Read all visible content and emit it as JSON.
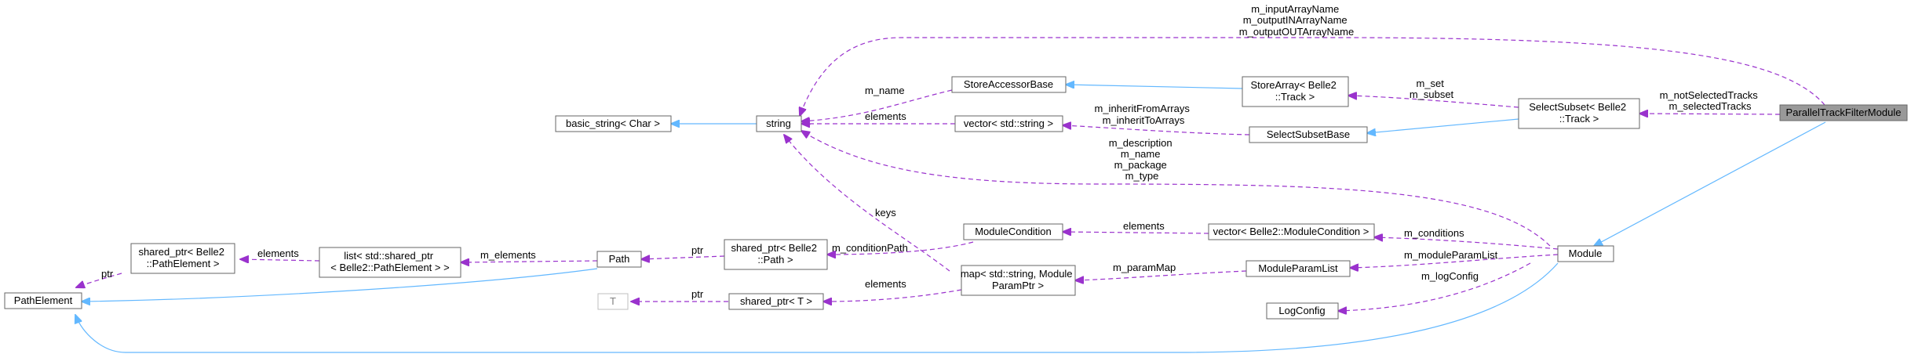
{
  "nodes": {
    "pathelement": [
      "PathElement"
    ],
    "shared_ptr_pathelement": [
      "shared_ptr< Belle2",
      "::PathElement >"
    ],
    "list_shared_ptr": [
      "list< std::shared_ptr",
      "< Belle2::PathElement > >"
    ],
    "path": [
      "Path"
    ],
    "t": [
      "T"
    ],
    "shared_ptr_t": [
      "shared_ptr< T >"
    ],
    "shared_ptr_path": [
      "shared_ptr< Belle2",
      "::Path >"
    ],
    "basic_string": [
      "basic_string< Char >"
    ],
    "string": [
      "string"
    ],
    "store_accessor_base": [
      "StoreAccessorBase"
    ],
    "vector_string": [
      "vector< std::string >"
    ],
    "module_condition": [
      "ModuleCondition"
    ],
    "map_string": [
      "map< std::string, Module",
      "ParamPtr >"
    ],
    "store_array": [
      "StoreArray< Belle2",
      "::Track >"
    ],
    "select_subset_base": [
      "SelectSubsetBase"
    ],
    "vector_module_condition": [
      "vector< Belle2::ModuleCondition >"
    ],
    "module_param_list": [
      "ModuleParamList"
    ],
    "log_config": [
      "LogConfig"
    ],
    "select_subset": [
      "SelectSubset< Belle2",
      "::Track >"
    ],
    "module": [
      "Module"
    ],
    "parallel_track_filter_module": [
      "ParallelTrackFilterModule"
    ]
  },
  "edge_labels": {
    "ptr_pathelement": [
      "ptr"
    ],
    "elements_list": [
      "elements"
    ],
    "m_elements": [
      "m_elements"
    ],
    "ptr_path": [
      "ptr"
    ],
    "ptr_t": [
      "ptr"
    ],
    "m_name": [
      "m_name"
    ],
    "elements_vector": [
      "elements"
    ],
    "m_input_arrays": [
      "m_inputArrayName",
      "m_outputINArrayName",
      "m_outputOUTArrayName"
    ],
    "m_inherit": [
      "m_inheritFromArrays",
      "m_inheritToArrays"
    ],
    "m_set": [
      "m_set",
      "m_subset"
    ],
    "m_tracks": [
      "m_notSelectedTracks",
      "m_selectedTracks"
    ],
    "m_description": [
      "m_description",
      "m_name",
      "m_package",
      "m_type"
    ],
    "keys": [
      "keys"
    ],
    "m_condition_path": [
      "m_conditionPath"
    ],
    "elements_condition": [
      "elements"
    ],
    "m_conditions": [
      "m_conditions"
    ],
    "m_param_map": [
      "m_paramMap"
    ],
    "elements_map": [
      "elements"
    ],
    "m_module_param_list": [
      "m_moduleParamList"
    ],
    "m_log_config": [
      "m_logConfig"
    ]
  },
  "colors": {
    "inheritance_edge": "#63b8ff",
    "usage_edge": "#9a32cd",
    "focus_node_fill": "#999999",
    "node_border": "#666666"
  }
}
